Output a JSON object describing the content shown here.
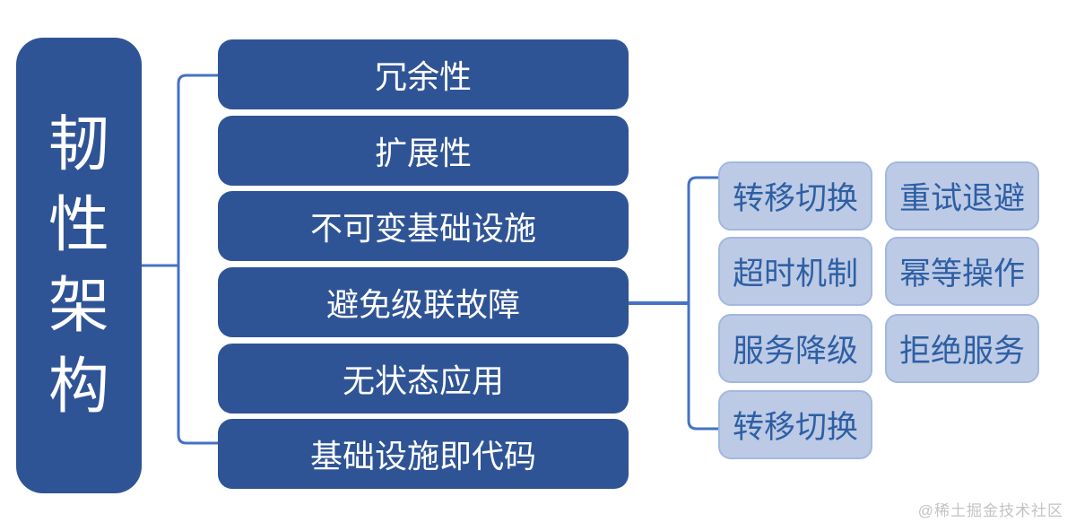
{
  "diagram": {
    "root_label": "韧性架构",
    "branches": [
      {
        "label": "冗余性"
      },
      {
        "label": "扩展性"
      },
      {
        "label": "不可变基础设施"
      },
      {
        "label": "避免级联故障",
        "children": [
          "转移切换",
          "重试退避",
          "超时机制",
          "幂等操作",
          "服务降级",
          "拒绝服务",
          "转移切换"
        ]
      },
      {
        "label": "无状态应用"
      },
      {
        "label": "基础设施即代码"
      }
    ]
  },
  "watermark": "@稀土掘金技术社区",
  "colors": {
    "node_dark_fill": "#2F5496",
    "node_text_light": "#FFFFFF",
    "leaf_fill": "#BCCAE6",
    "leaf_border": "#A3B8DF",
    "leaf_text": "#2E5FA3",
    "connector": "#4472C4",
    "watermark_text": "#C3C3C3"
  }
}
